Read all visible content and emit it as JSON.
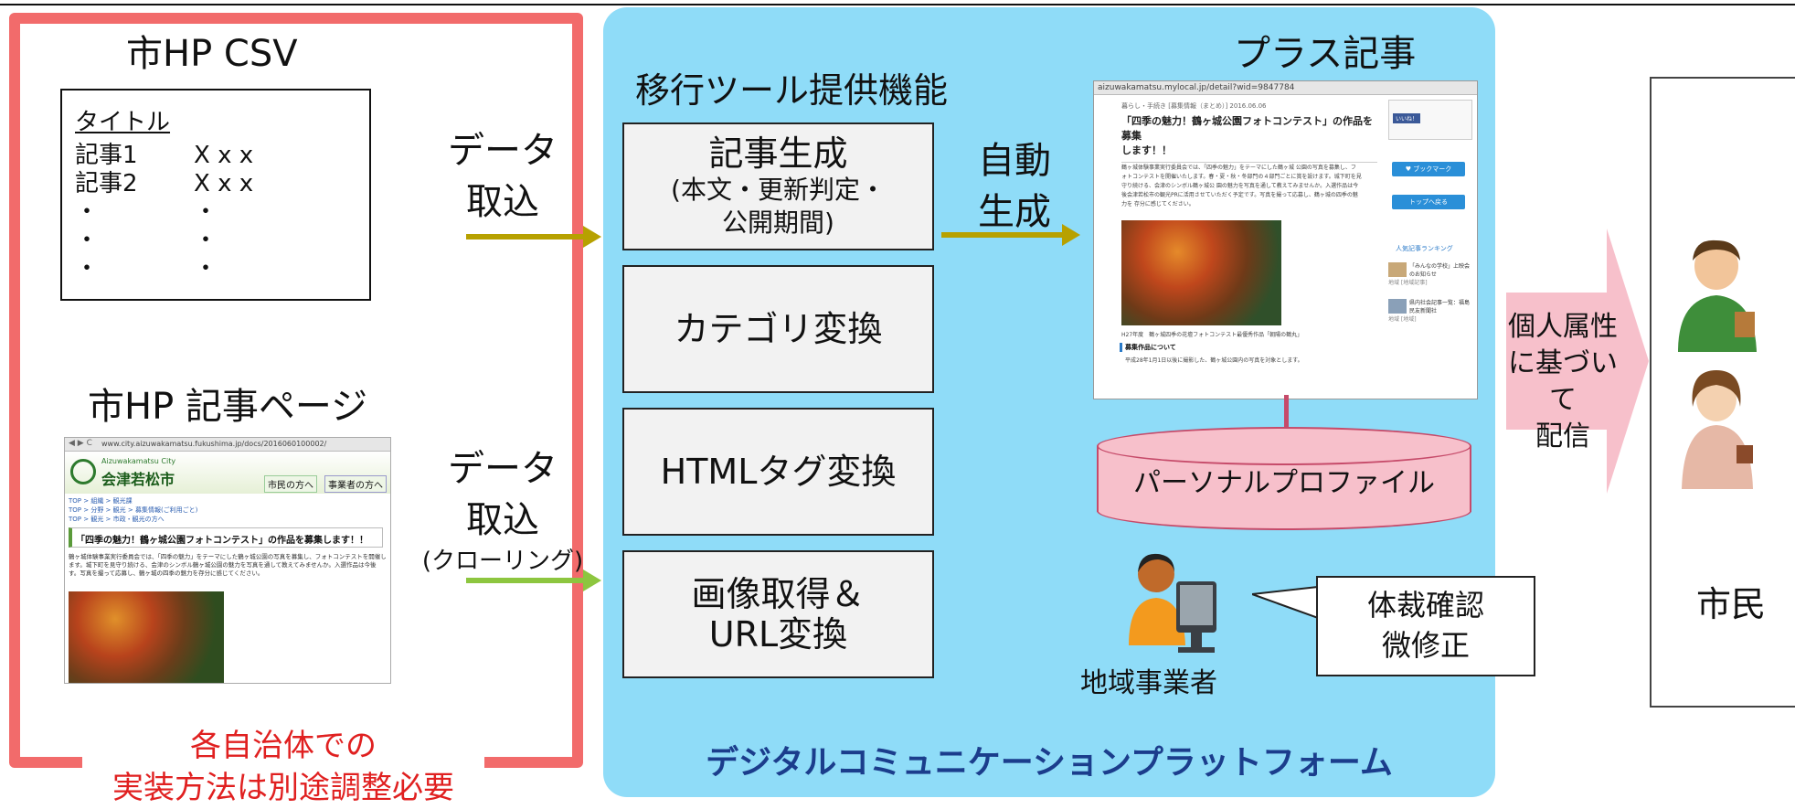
{
  "left": {
    "csv_title": "市HP CSV",
    "csv_header": "タイトル",
    "csv_col1": [
      "記事1",
      "記事2",
      "・",
      "・",
      "・"
    ],
    "csv_col2": [
      "X x x",
      "X x x",
      "・",
      "・",
      "・"
    ],
    "page_title": "市HP 記事ページ",
    "warning_line1": "各自治体での",
    "warning_line2": "実装方法は別途調整必要",
    "import1_line1": "データ",
    "import1_line2": "取込",
    "import2_line1": "データ",
    "import2_line2": "取込",
    "import2_note": "(クローリング)"
  },
  "city_page": {
    "url": "www.city.aizuwakamatsu.fukushima.jp/docs/2016060100002/",
    "city_en": "Aizuwakamatsu City",
    "city_name": "会津若松市",
    "nav_citizen": "市民の方へ",
    "nav_business": "事業者の方へ",
    "crumb1": "TOP > 組織 > 観光課",
    "crumb2": "TOP > 分野 > 観光 > 募集情報(ご利用ごと)",
    "crumb3": "TOP > 観光 > 市政・観光の方へ",
    "headline": "「四季の魅力！鶴ヶ城公園フォトコンテスト」の作品を募集します！！",
    "body1": "鶴ヶ城体験事業実行委員会では、「四季の魅力」をテーマにした鶴ヶ城公園の写真を募集し、フォトコンテストを開催し",
    "body2": "ます。城下町を見守り続ける、会津のシンボル鶴ヶ城公園の魅力を写真を通して教えてみませんか。入選作品は今後",
    "body3": "す。写真を撮って応募し、鶴ヶ城の四季の魅力を存分に感じてください。"
  },
  "platform": {
    "title": "デジタルコミュニケーションプラットフォーム",
    "tools_title": "移行ツール提供機能",
    "tool1_main": "記事生成",
    "tool1_sub1": "(本文・更新判定・",
    "tool1_sub2": "公開期間)",
    "tool2": "カテゴリ変換",
    "tool3": "HTMLタグ変換",
    "tool4_line1": "画像取得＆",
    "tool4_line2": "URL変換",
    "auto_line1": "自動",
    "auto_line2": "生成",
    "plus_title": "プラス記事",
    "profile_label": "パーソナルプロファイル",
    "callout_line1": "体裁確認",
    "callout_line2": "微修正",
    "operator_label": "地域事業者"
  },
  "plus_page": {
    "url": "aizuwakamatsu.mylocal.jp/detail?wid=9847784",
    "meta": "暮らし・手続き [募集情報（まとめ）] 2016.06.06",
    "headline1": "「四季の魅力！鶴ヶ城公園フォトコンテスト」の作品を募集",
    "headline2": "します！！",
    "body1": "鶴ヶ城体験事業実行委員会では、「四季の魅力」をテーマにした鶴ヶ城 公園の写真を募集し、フ",
    "body2": "ォトコンテストを開催いたします。春・夏・秋・冬部門の４部門ごとに賞を設けます。城下町を見",
    "body3": "守り続ける、会津のシンボル鶴ヶ城公 園の魅力を写真を通して教えてみませんか。入選作品は今",
    "body4": "後会津若松市の観光PRに活用させていただく予定です。写真を撮って応募し、鶴ヶ城の四季の魅",
    "body5": "力を 存分に感じてください。",
    "like": "いいね！",
    "bookmark": "♥ ブックマーク",
    "top_btn": "トップへ戻る",
    "ranking": "人気記事ランキング",
    "rank1": "「みんなの学校」上映会のお知らせ",
    "rank1_meta": "地域 [地域記事]",
    "rank2": "県内社会記事一覧：福島民友新聞社",
    "rank2_meta": "地域 [地域]",
    "caption": "H27年度　鶴ヶ城四季の花壇フォトコンテスト最優秀作品「朝陽の鶴丸」",
    "section": "募集作品について",
    "bullet": "平成28年1月1日以後に撮影した、鶴ヶ城公園内の写真を対象とします。"
  },
  "right": {
    "pink_line1": "個人属性",
    "pink_line2": "に基づいて",
    "pink_line3": "配信",
    "citizen_label": "市民"
  },
  "colors": {
    "red_frame": "#f26b6b",
    "platform_blue": "#8fdcf8",
    "platform_title": "#1b3d8c",
    "gold_arrow": "#b7a100",
    "green_arrow": "#8dc63f",
    "pink": "#f7c0cb",
    "warning": "#e02020"
  }
}
